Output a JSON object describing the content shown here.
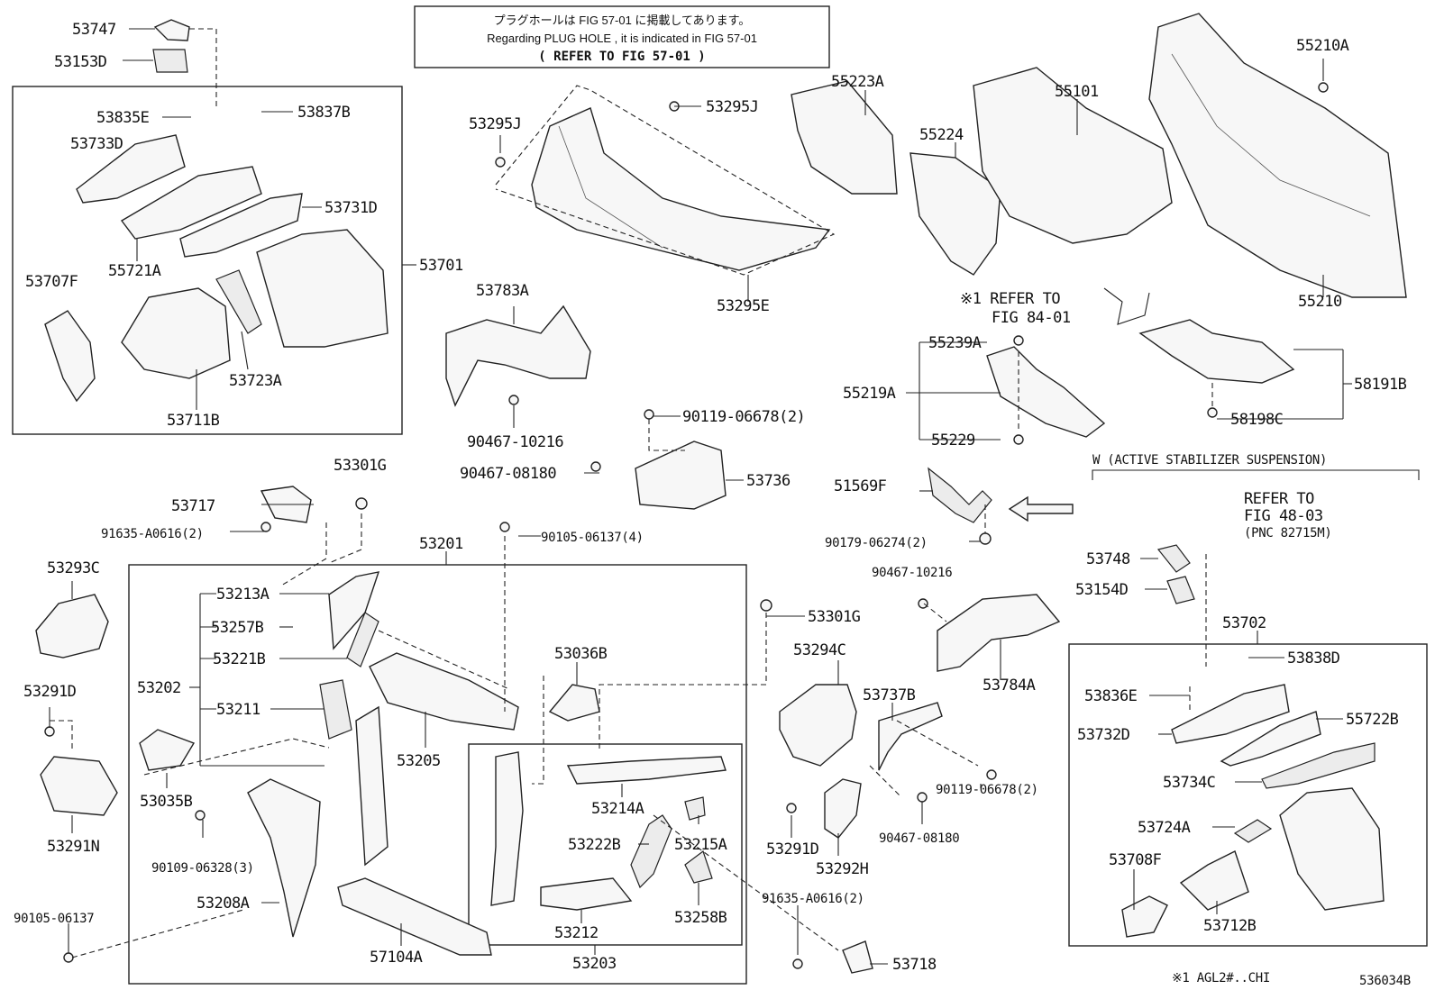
{
  "notes": {
    "plug_hole_jp": "プラグホールは FIG 57-01 に掲載してあります。",
    "plug_hole_en": "Regarding PLUG HOLE , it is indicated in FIG 57-01",
    "plug_hole_refer": "( REFER TO FIG 57-01 )",
    "refer_84_line1": "※1 REFER TO",
    "refer_84_line2": "FIG 84-01",
    "active_stab": "W (ACTIVE STABILIZER SUSPENSION)",
    "refer_48_line1": "REFER TO",
    "refer_48_line2": "FIG 48-03",
    "refer_48_line3": "(PNC 82715M)",
    "footnote": "※1 AGL2#..CHI",
    "figure_id": "536034B"
  },
  "labels": {
    "p53747": "53747",
    "p53153D": "53153D",
    "p53835E": "53835E",
    "p53837B": "53837B",
    "p53733D": "53733D",
    "p53731D": "53731D",
    "p55721A": "55721A",
    "p53701": "53701",
    "p53707F": "53707F",
    "p53723A": "53723A",
    "p53711B": "53711B",
    "p53295J_a": "53295J",
    "p53295J_b": "53295J",
    "p53295E": "53295E",
    "p55223A": "55223A",
    "p55224": "55224",
    "p55101": "55101",
    "p55210A": "55210A",
    "p55210": "55210",
    "p53783A": "53783A",
    "p90467_10216_a": "90467-10216",
    "p90119_06678_a": "90119-06678(2)",
    "p90467_08180_a": "90467-08180",
    "p53736": "53736",
    "p55239A": "55239A",
    "p55219A": "55219A",
    "p55229": "55229",
    "p58191B": "58191B",
    "p58198C": "58198C",
    "p53301G_a": "53301G",
    "p53717": "53717",
    "p91635_a": "91635-A0616(2)",
    "p53201": "53201",
    "p90105_06137_4": "90105-06137(4)",
    "p51569F": "51569F",
    "p90179": "90179-06274(2)",
    "p53748": "53748",
    "p53154D": "53154D",
    "p53293C": "53293C",
    "p53213A": "53213A",
    "p53257B": "53257B",
    "p53221B": "53221B",
    "p53202": "53202",
    "p53211": "53211",
    "p53036B": "53036B",
    "p53301G_b": "53301G",
    "p90467_10216_b": "90467-10216",
    "p53784A": "53784A",
    "p53702": "53702",
    "p53838D": "53838D",
    "p53291D_a": "53291D",
    "p53294C": "53294C",
    "p53737B": "53737B",
    "p53836E": "53836E",
    "p53732D": "53732D",
    "p55722B": "55722B",
    "p53205": "53205",
    "p53035B": "53035B",
    "p53291N": "53291N",
    "p53214A": "53214A",
    "p90119_06678_b": "90119-06678(2)",
    "p53734C": "53734C",
    "p53222B": "53222B",
    "p53215A": "53215A",
    "p53291D_b": "53291D",
    "p90467_08180_b": "90467-08180",
    "p53724A": "53724A",
    "p90109": "90109-06328(3)",
    "p53292H": "53292H",
    "p53708F": "53708F",
    "p53208A": "53208A",
    "p91635_b": "91635-A0616(2)",
    "p90105_06137": "90105-06137",
    "p53212": "53212",
    "p53258B": "53258B",
    "p53712B": "53712B",
    "p57104A": "57104A",
    "p53203": "53203",
    "p53718": "53718"
  },
  "colors": {
    "ink": "#222222",
    "paper": "#ffffff"
  }
}
